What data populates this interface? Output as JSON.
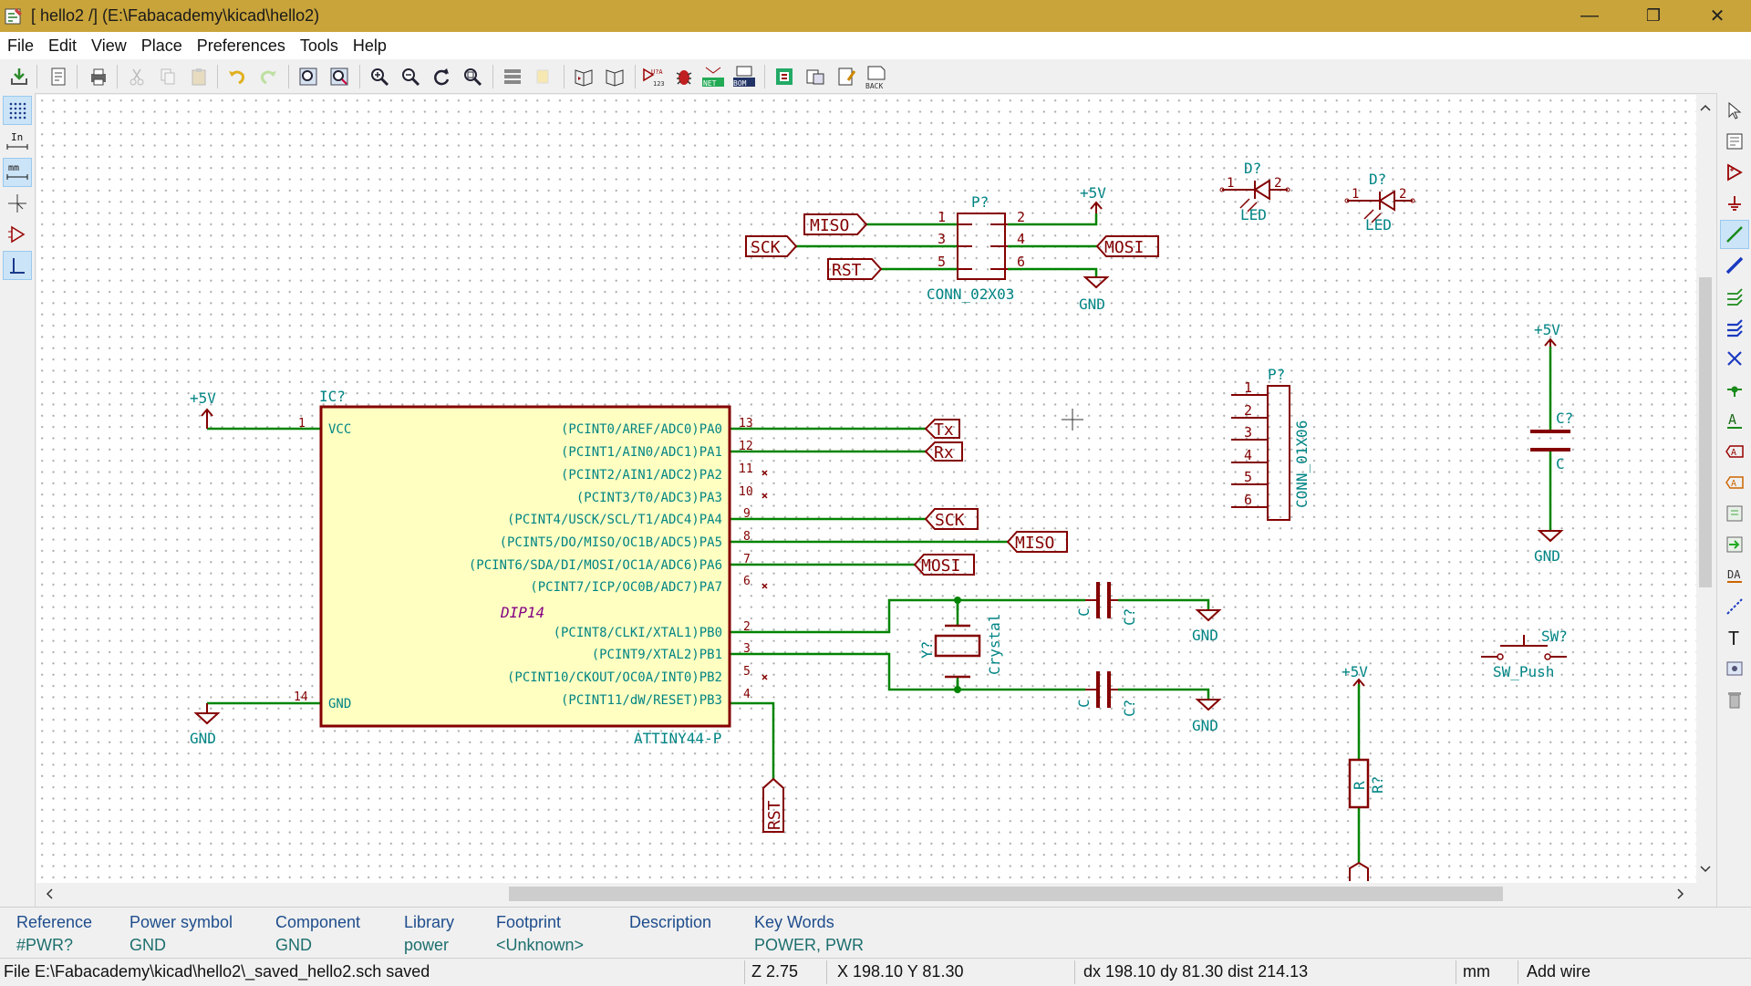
{
  "window": {
    "title": "[ hello2 /] (E:\\Fabacademy\\kicad\\hello2)",
    "minimize": "—",
    "maximize": "❐",
    "close": "✕"
  },
  "menu": [
    "File",
    "Edit",
    "View",
    "Place",
    "Preferences",
    "Tools",
    "Help"
  ],
  "toolbar": {
    "back_label": "BACK",
    "net_label": "NET",
    "bom_label": "BOM",
    "ua_label": "U?A"
  },
  "left_toolbar": {
    "in_label": "In",
    "mm_label": "mm"
  },
  "schematic": {
    "ic": {
      "reference": "IC?",
      "value": "ATTINY44-P",
      "footprint": "DIP14",
      "vcc_pin": "VCC",
      "gnd_pin": "GND",
      "vcc_num": "1",
      "gnd_num": "14",
      "pins": [
        {
          "label": "(PCINT0/AREF/ADC0)PA0",
          "num": "13"
        },
        {
          "label": "(PCINT1/AIN0/ADC1)PA1",
          "num": "12"
        },
        {
          "label": "(PCINT2/AIN1/ADC2)PA2",
          "num": "11"
        },
        {
          "label": "(PCINT3/T0/ADC3)PA3",
          "num": "10"
        },
        {
          "label": "(PCINT4/USCK/SCL/T1/ADC4)PA4",
          "num": "9"
        },
        {
          "label": "(PCINT5/DO/MISO/OC1B/ADC5)PA5",
          "num": "8"
        },
        {
          "label": "(PCINT6/SDA/DI/MOSI/OC1A/ADC6)PA6",
          "num": "7"
        },
        {
          "label": "(PCINT7/ICP/OC0B/ADC7)PA7",
          "num": "6"
        },
        {
          "label": "(PCINT8/CLKI/XTAL1)PB0",
          "num": "2"
        },
        {
          "label": "(PCINT9/XTAL2)PB1",
          "num": "3"
        },
        {
          "label": "(PCINT10/CKOUT/OC0A/INT0)PB2",
          "num": "5"
        },
        {
          "label": "(PCINT11/dW/RESET)PB3",
          "num": "4"
        }
      ]
    },
    "power": {
      "vcc": "+5V",
      "gnd": "GND"
    },
    "labels": {
      "tx": "Tx",
      "rx": "Rx",
      "sck": "SCK",
      "miso": "MISO",
      "mosi": "MOSI",
      "rst": "RST"
    },
    "conn_isp": {
      "reference": "P?",
      "value": "CONN_02X03",
      "pins": [
        "1",
        "2",
        "3",
        "4",
        "5",
        "6"
      ]
    },
    "conn_ftdi": {
      "reference": "P?",
      "value": "CONN_01X06",
      "pins": [
        "1",
        "2",
        "3",
        "4",
        "5",
        "6"
      ]
    },
    "crystal": {
      "reference": "Y?",
      "value": "Crystal"
    },
    "cap_top": {
      "reference": "C?",
      "value": "C"
    },
    "cap_bottom": {
      "reference": "C?",
      "value": "C"
    },
    "cap_right": {
      "reference": "C?",
      "value": "C"
    },
    "led1": {
      "reference": "D?",
      "value": "LED",
      "pin1": "1",
      "pin2": "2"
    },
    "led2": {
      "reference": "D?",
      "value": "LED",
      "pin1": "1",
      "pin2": "2"
    },
    "resistor": {
      "reference": "R?",
      "value": "R"
    },
    "switch": {
      "reference": "SW?",
      "value": "SW_Push"
    }
  },
  "message_panel": [
    {
      "header": "Reference",
      "value": "#PWR?"
    },
    {
      "header": "Power symbol",
      "value": "GND"
    },
    {
      "header": "Component",
      "value": "GND"
    },
    {
      "header": "Library",
      "value": "power"
    },
    {
      "header": "Footprint",
      "value": "<Unknown>"
    },
    {
      "header": "Description",
      "value": ""
    },
    {
      "header": "Key Words",
      "value": "POWER, PWR"
    }
  ],
  "status": {
    "message": "File E:\\Fabacademy\\kicad\\hello2\\_saved_hello2.sch saved",
    "zoom": "Z 2.75",
    "xy": "X 198.10  Y 81.30",
    "delta": "dx 198.10  dy 81.30  dist 214.13",
    "units": "mm",
    "mode": "Add wire"
  },
  "colors": {
    "wire": "#008400",
    "component": "#840000",
    "field": "#008484",
    "body_fill": "#ffffc2",
    "titlebar": "#c9a43a"
  }
}
